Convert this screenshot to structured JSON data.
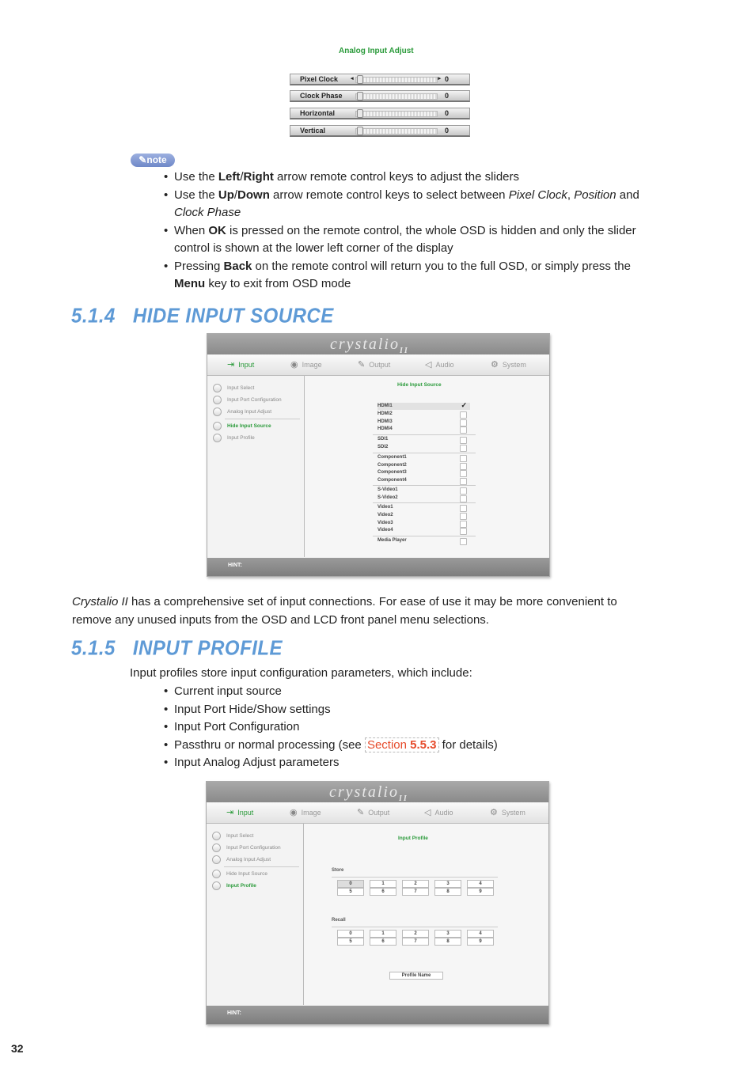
{
  "analog_adjust": {
    "title": "Analog Input Adjust",
    "rows": [
      {
        "label": "Pixel Clock",
        "value": "0",
        "left_arrow": "◂",
        "right_arrow": "▸",
        "level": 0
      },
      {
        "label": "Clock Phase",
        "value": "0",
        "level": 0
      },
      {
        "label": "Horizontal",
        "value": "0",
        "level": 0
      },
      {
        "label": "Vertical",
        "value": "0",
        "level": 0
      }
    ]
  },
  "note": {
    "badge": "note",
    "b1": {
      "a": "Use the ",
      "b": "Left",
      "c": "/",
      "d": "Right",
      "e": " arrow remote control keys to adjust the sliders"
    },
    "b2": {
      "a": "Use the ",
      "b": "Up",
      "c": "/",
      "d": "Down",
      "e": " arrow remote control keys to select between ",
      "f": "Pixel Clock",
      "g": ", ",
      "h": "Position",
      "i": " and",
      "j": "Clock Phase"
    },
    "b3": {
      "a": "When ",
      "b": "OK",
      "c": " is pressed on the remote control, the whole OSD is hidden and only the slider",
      "d": "control is shown at the lower left corner of the display"
    },
    "b4": {
      "a": "Pressing ",
      "b": "Back",
      "c": " on the remote control will return you to the full OSD, or simply press the",
      "d": "Menu",
      "e": " key to exit from OSD mode"
    }
  },
  "section_514": {
    "number": "5.1.4",
    "title": "HIDE INPUT SOURCE"
  },
  "osd": {
    "logo": "crystalio",
    "logo_sub": "II",
    "tabs": [
      {
        "icon": "⇥",
        "label": "Input"
      },
      {
        "icon": "◉",
        "label": "Image"
      },
      {
        "icon": "✎",
        "label": "Output"
      },
      {
        "icon": "◁",
        "label": "Audio"
      },
      {
        "icon": "⚙",
        "label": "System"
      }
    ],
    "menu": [
      "Input Select",
      "Input Port Configuration",
      "Analog Input Adjust",
      "Hide Input Source",
      "Input Profile"
    ],
    "hint": "HINT:"
  },
  "hide_panel": {
    "title": "Hide Input Source",
    "check": "✓",
    "sources": [
      "HDMI1",
      "HDMI2",
      "HDMI3",
      "HDMI4",
      "SDI1",
      "SDI2",
      "Component1",
      "Component2",
      "Component3",
      "Component4",
      "S-Video1",
      "S-Video2",
      "Video1",
      "Video2",
      "Video3",
      "Video4",
      "Media Player"
    ]
  },
  "para_crystalio": {
    "em": "Crystalio II",
    "l1": " has a comprehensive set of input connections. For ease of use it may be more convenient to",
    "l2": "remove any unused inputs from the OSD and LCD front panel menu selections."
  },
  "section_515": {
    "number": "5.1.5",
    "title": "INPUT PROFILE"
  },
  "profile_intro": "Input profiles store input configuration parameters, which include:",
  "profile_items": {
    "i1": "Current input source",
    "i2": "Input Port Hide/Show settings",
    "i3": "Input Port Configuration",
    "i4a": "Passthru or normal processing (see ",
    "i4_link": "Section ",
    "i4_link_b": "5.5.3",
    "i4b": " for details)",
    "i5": "Input Analog Adjust parameters"
  },
  "profile_panel": {
    "title": "Input Profile",
    "store": "Store",
    "recall": "Recall",
    "row1": [
      "0",
      "1",
      "2",
      "3",
      "4"
    ],
    "row2": [
      "5",
      "6",
      "7",
      "8",
      "9"
    ],
    "profile_name": "Profile Name"
  },
  "page_number": "32"
}
